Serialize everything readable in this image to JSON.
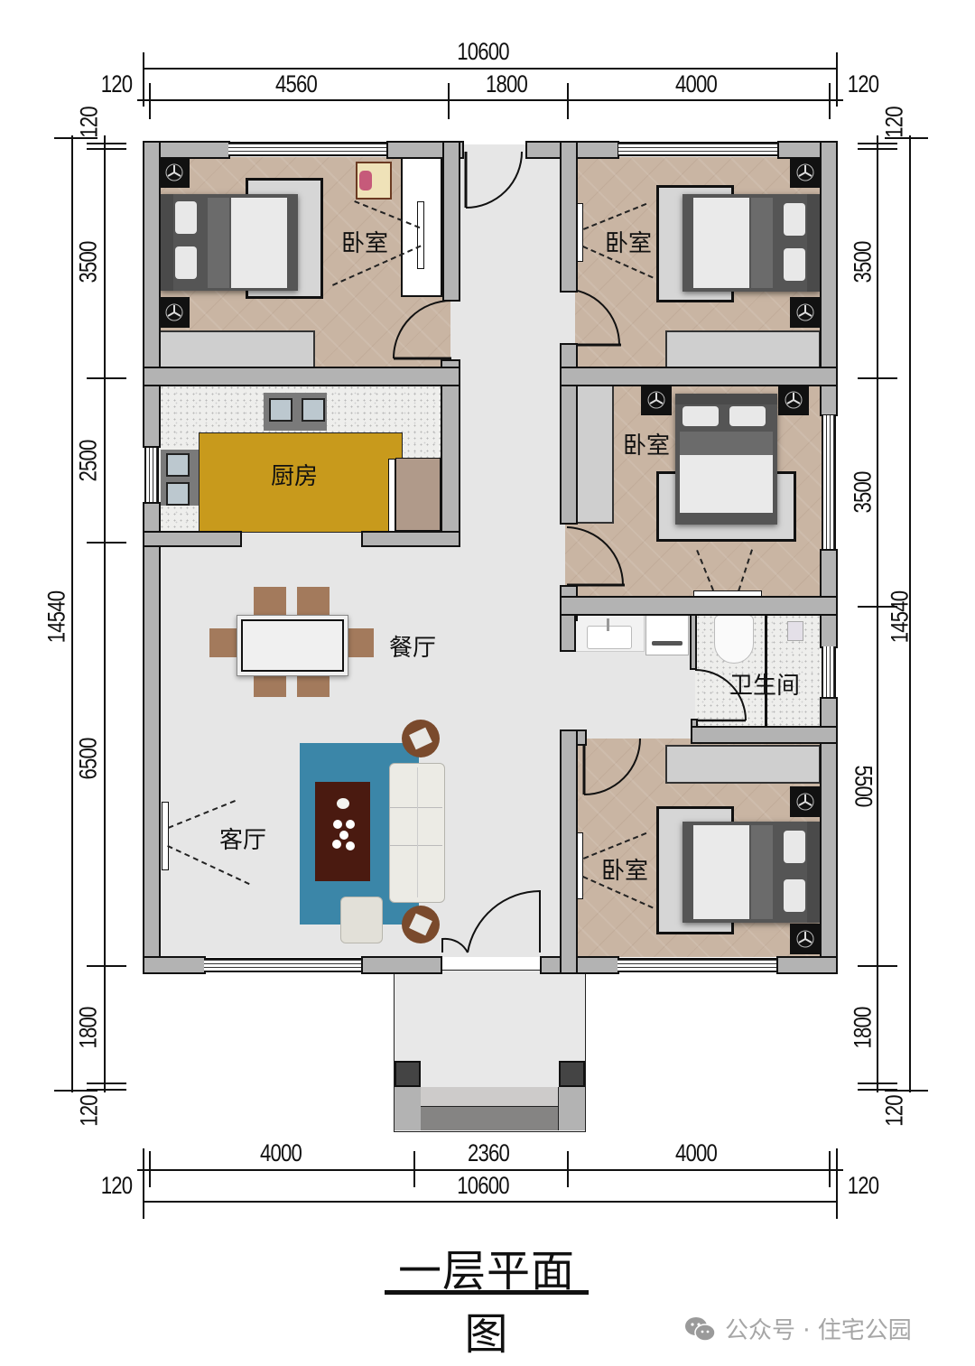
{
  "plan": {
    "title": "一层平面图",
    "watermark": {
      "icon": "wechat-icon",
      "text": "公众号 · 住宅公园"
    },
    "colors": {
      "wall": "#b3b3b3",
      "wall_outline": "#111111",
      "wood_floor": "#c9b5a3",
      "corridor_floor": "#e6e6e6",
      "kitchen_island": "#c89a1c",
      "rug": "#3b86a8",
      "coffee_table": "#4a1a10",
      "chair": "#a37a5c"
    }
  },
  "dimensions": {
    "top": {
      "overall": "10600",
      "left_offset": "120",
      "right_offset": "120",
      "segments": [
        "4560",
        "1800",
        "4000"
      ]
    },
    "bottom": {
      "overall": "10600",
      "left_offset": "120",
      "right_offset": "120",
      "segments": [
        "4000",
        "2360",
        "4000"
      ]
    },
    "left": {
      "overall": "14540",
      "top_offset": "120",
      "bottom_offset": "120",
      "segments": [
        "3500",
        "2500",
        "6500",
        "1800"
      ]
    },
    "right": {
      "overall": "14540",
      "top_offset": "120",
      "bottom_offset": "120",
      "segments": [
        "3500",
        "3500",
        "5500",
        "1800"
      ]
    }
  },
  "rooms": [
    {
      "id": "bedroom-nw",
      "label": "卧室"
    },
    {
      "id": "bedroom-ne",
      "label": "卧室"
    },
    {
      "id": "kitchen",
      "label": "厨房"
    },
    {
      "id": "bedroom-e",
      "label": "卧室"
    },
    {
      "id": "dining",
      "label": "餐厅"
    },
    {
      "id": "bathroom",
      "label": "卫生间"
    },
    {
      "id": "living",
      "label": "客厅"
    },
    {
      "id": "bedroom-se",
      "label": "卧室"
    }
  ]
}
